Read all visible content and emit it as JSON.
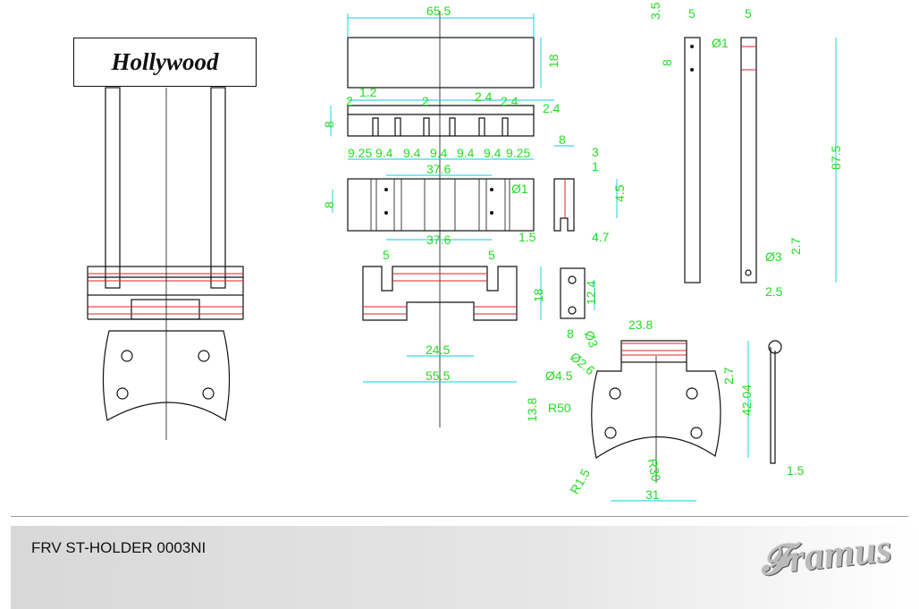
{
  "sign_text": "Hollywood",
  "footer": {
    "title": "FRV ST-HOLDER 0003NI",
    "logo": "Framus"
  },
  "dims": {
    "top_width": "65.5",
    "top_height": "18",
    "slot_1_2": "1.2",
    "slot_2a": "2",
    "slot_2b": "2",
    "slot_2_4a": "2.4",
    "slot_2_4b": "2.4",
    "slot_2_4c": "2.4",
    "comb_height": "8",
    "pitch": [
      "9.25",
      "9.4",
      "9.4",
      "9.4",
      "9.4",
      "9.4",
      "9.25"
    ],
    "hole_span_top": "37.6",
    "hole_span_bottom": "37.6",
    "front_hole_gap": "8",
    "front_hole_dia": "Ø1",
    "side_width": "8",
    "side_3": "3",
    "side_1": "1",
    "side_4_5": "4.5",
    "side_1_5": "1.5",
    "side_4_7": "4.7",
    "lower_slot_a": "5",
    "lower_slot_b": "5",
    "lower_height": "18",
    "lower_cut": "24.5",
    "lower_width": "55.5",
    "block_h": "12.4",
    "block_w": "8",
    "block_hole": "Ø3",
    "bar_3_5": "3.5",
    "bar_5a": "5",
    "bar_5b": "5",
    "bar_hole": "Ø1",
    "bar_8": "8",
    "bar_len": "87.5",
    "bar_hole_3": "Ø3",
    "bar_2_7": "2.7",
    "bar_2_5": "2.5",
    "plate_top": "23.8",
    "plate_2_6": "Ø2.6",
    "plate_4_5": "Ø4.5",
    "plate_13_8": "13.8",
    "plate_r50": "R50",
    "plate_2_7": "2.7",
    "plate_42": "42.04",
    "plate_r1_5": "R1.5",
    "plate_r30": "R30",
    "plate_31": "31",
    "plate_thk": "1.5"
  }
}
